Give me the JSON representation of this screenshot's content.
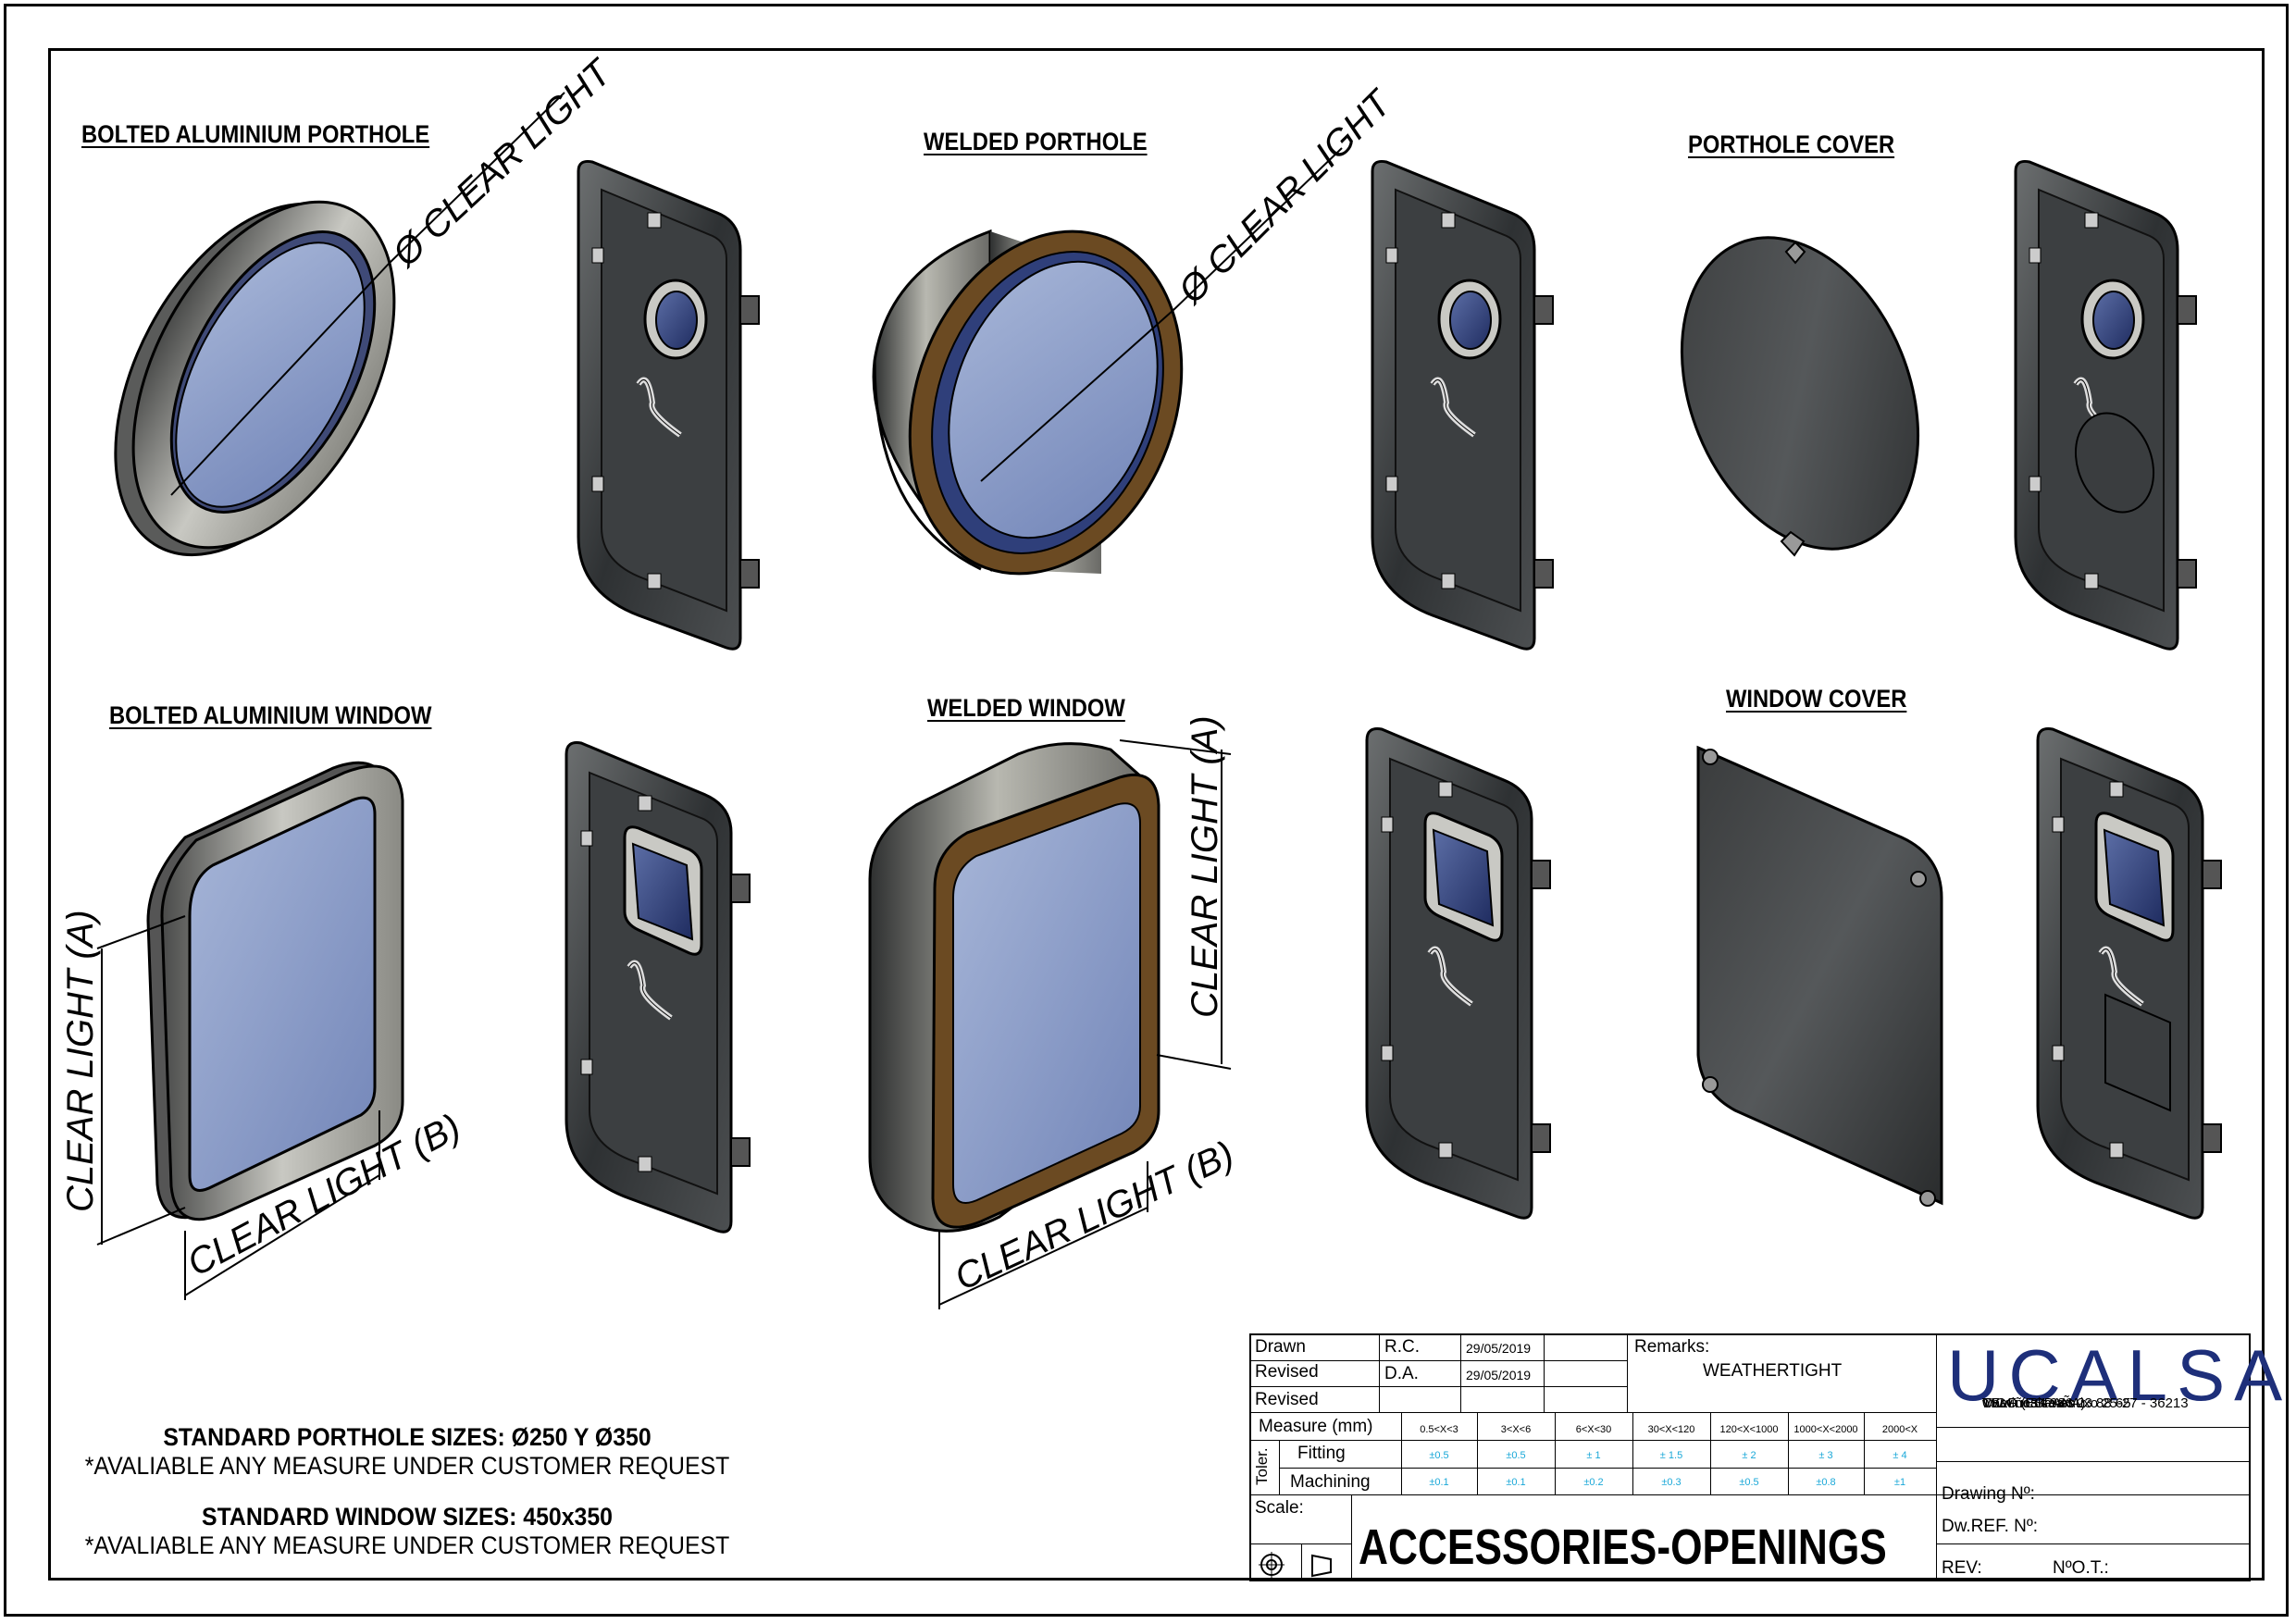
{
  "titles": {
    "bolted_porthole": "BOLTED ALUMINIUM PORTHOLE",
    "welded_porthole": "WELDED PORTHOLE",
    "porthole_cover": "PORTHOLE COVER",
    "bolted_window": "BOLTED ALUMINIUM WINDOW",
    "welded_window": "WELDED WINDOW",
    "window_cover": "WINDOW COVER"
  },
  "dimensions": {
    "clear_light_dia": "Ø CLEAR LIGHT",
    "clear_light_a": "CLEAR LIGHT (A)",
    "clear_light_b": "CLEAR LIGHT (B)"
  },
  "notes": {
    "porthole_sizes": "STANDARD PORTHOLE SIZES: Ø250 Y Ø350",
    "porthole_request": "*AVALIABLE ANY MEASURE UNDER CUSTOMER REQUEST",
    "window_sizes": "STANDARD WINDOW SIZES: 450x350",
    "window_request": "*AVALIABLE ANY MEASURE UNDER CUSTOMER REQUEST"
  },
  "title_block": {
    "drawn_label": "Drawn",
    "drawn_by": "R.C.",
    "drawn_date": "29/05/2019",
    "revised_label": "Revised",
    "revised_by": "D.A.",
    "revised_date": "29/05/2019",
    "revised2_label": "Revised",
    "remarks_label": "Remarks:",
    "remarks_value": "WEATHERTIGHT",
    "measure_label": "Measure (mm)",
    "ranges": [
      "0.5<X<3",
      "3<X<6",
      "6<X<30",
      "30<X<120",
      "120<X<1000",
      "1000<X<2000",
      "2000<X"
    ],
    "toler_label": "Toler.",
    "fitting_label": "Fitting",
    "fitting_values": [
      "±0.5",
      "±0.5",
      "± 1",
      "± 1.5",
      "± 2",
      "± 3",
      "± 4"
    ],
    "machining_label": "Machining",
    "machining_values": [
      "±0.1",
      "±0.1",
      "±0.2",
      "±0.3",
      "±0.5",
      "±0.8",
      "±1"
    ],
    "scale_label": "Scale:",
    "drawing_title": "ACCESSORIES-OPENINGS",
    "drawing_no_label": "Drawing Nº:",
    "dw_ref_label": "Dw.REF. Nº:",
    "rev_label": "REV:",
    "ot_label": "NºO.T.:"
  },
  "company": {
    "logo": "UCALSA",
    "address_1": "Camiño Caramuxo 25-27 - 36213",
    "address_2": "VIGO (ESPAÑA)",
    "phone": "TELF. +34 986 23 88 65",
    "web": "www.ucalsa.es"
  },
  "colors": {
    "steel_dark": "#3a3d3f",
    "steel_light": "#a9a9a4",
    "glass": "#8e9fc6",
    "glass_dark": "#3a4f8c",
    "bronze": "#6b4a22",
    "brand_blue": "#1e2f7a"
  }
}
